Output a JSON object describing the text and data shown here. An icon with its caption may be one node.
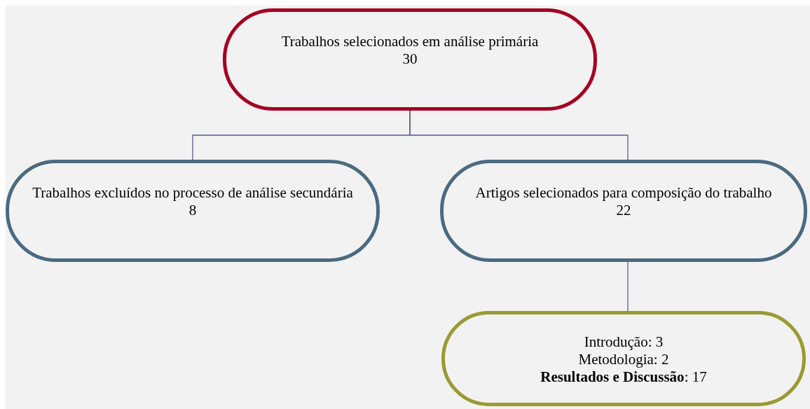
{
  "diagram": {
    "nodes": [
      {
        "text": [
          "Trabalhos selecionados em análise primária",
          "30"
        ]
      },
      {
        "text": [
          "Trabalhos excluídos no processo de análise secundária",
          "8"
        ]
      },
      {
        "text": [
          "Artigos selecionados para composição do trabalho",
          "22"
        ]
      },
      {
        "text": [
          "Introdução: 3",
          "Metodologia: 2",
          "**Resultados e Discussão**: 17"
        ]
      }
    ],
    "edges": [
      {
        "from": 0,
        "to": 1,
        "arrow": "none"
      },
      {
        "from": 0,
        "to": 2,
        "arrow": "none"
      },
      {
        "from": 2,
        "to": 3,
        "arrow": "none"
      }
    ]
  }
}
